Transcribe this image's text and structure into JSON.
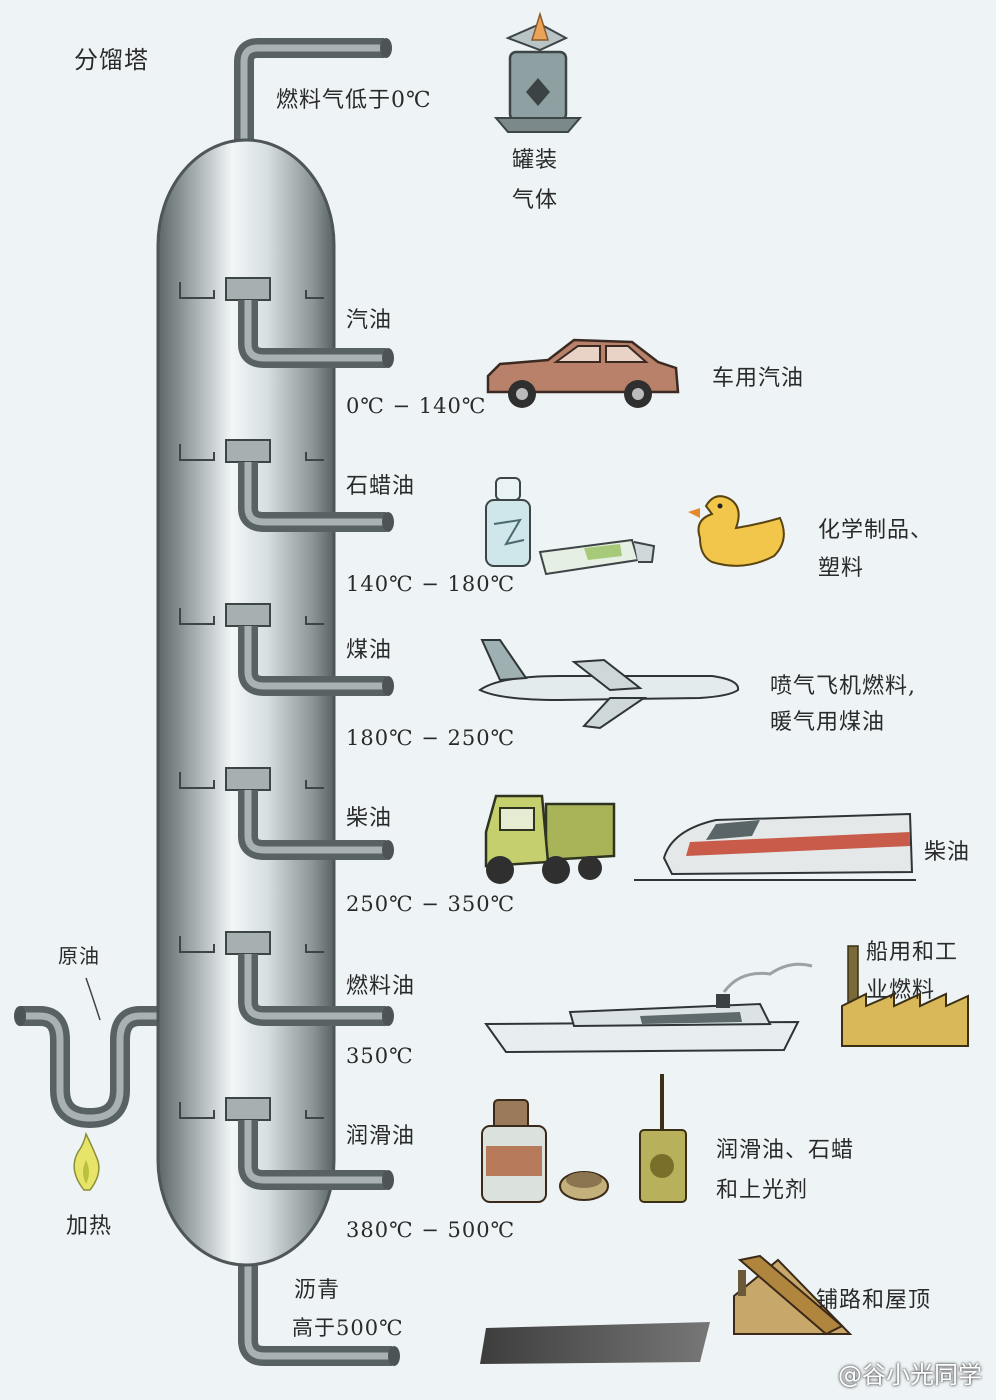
{
  "title": "分馏塔",
  "gas": {
    "label": "燃料气低于0℃",
    "use_line1": "罐装",
    "use_line2": "气体"
  },
  "crude": {
    "label": "原油",
    "heat_label": "加热"
  },
  "fractions": [
    {
      "name": "汽油",
      "range": "0℃ − 140℃",
      "use": [
        "车用汽油"
      ]
    },
    {
      "name": "石蜡油",
      "range": "140℃ − 180℃",
      "use": [
        "化学制品、",
        "塑料"
      ]
    },
    {
      "name": "煤油",
      "range": "180℃ − 250℃",
      "use": [
        "喷气飞机燃料,",
        "暖气用煤油"
      ]
    },
    {
      "name": "柴油",
      "range": "250℃ − 350℃",
      "use": [
        "柴油"
      ]
    },
    {
      "name": "燃料油",
      "range": "350℃",
      "use": [
        "船用和工",
        "业燃料"
      ]
    },
    {
      "name": "润滑油",
      "range": "380℃ − 500℃",
      "use": [
        "润滑油、石蜡",
        "和上光剂"
      ]
    }
  ],
  "bitumen": {
    "name": "沥青",
    "range": "高于500℃",
    "use": "铺路和屋顶"
  },
  "watermark": "@谷小光同学",
  "colors": {
    "pipe": "#6f7a7b",
    "tower_light": "#eef3f4",
    "tower_dark": "#6a7374",
    "background": "#eef4f6"
  }
}
